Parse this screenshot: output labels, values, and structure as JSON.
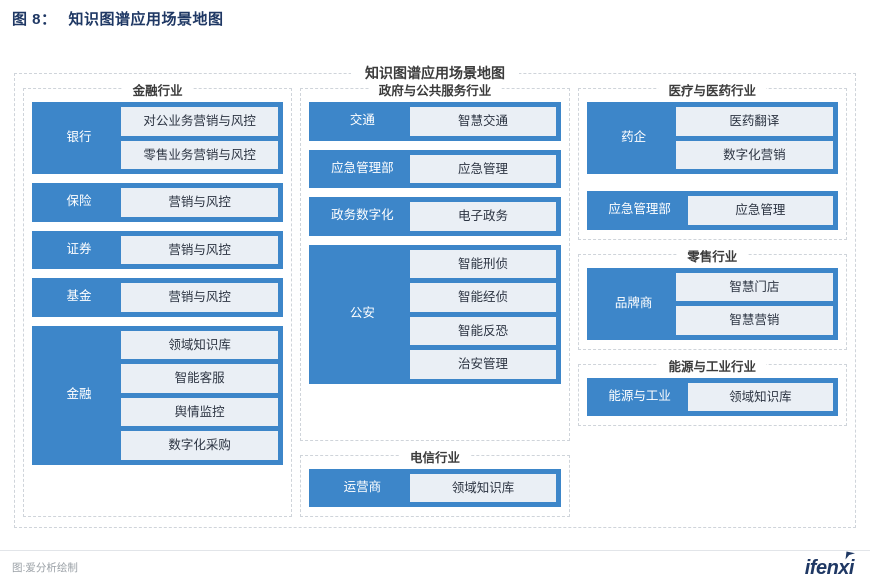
{
  "figure": {
    "number": "图 8：",
    "title": "知识图谱应用场景地图"
  },
  "map": {
    "title": "知识图谱应用场景地图"
  },
  "colors": {
    "group_blue": "#3d86c9",
    "item_bg": "#eaeff5",
    "panel_border": "#cfd4da",
    "heading": "#1f3864",
    "brand": "#1f3864"
  },
  "panels": [
    {
      "title": "金融行业",
      "groups": [
        {
          "label": "银行",
          "items": [
            "对公业务营销与风控",
            "零售业务营销与风控"
          ]
        },
        {
          "label": "保险",
          "items": [
            "营销与风控"
          ]
        },
        {
          "label": "证券",
          "items": [
            "营销与风控"
          ]
        },
        {
          "label": "基金",
          "items": [
            "营销与风控"
          ]
        },
        {
          "label": "金融",
          "items": [
            "领域知识库",
            "智能客服",
            "舆情监控",
            "数字化采购"
          ]
        }
      ]
    },
    {
      "title": "政府与公共服务行业",
      "groups": [
        {
          "label": "交通",
          "items": [
            "智慧交通"
          ]
        },
        {
          "label": "应急管理部",
          "items": [
            "应急管理"
          ]
        },
        {
          "label": "政务数字化",
          "items": [
            "电子政务"
          ]
        },
        {
          "label": "公安",
          "items": [
            "智能刑侦",
            "智能经侦",
            "智能反恐",
            "治安管理"
          ]
        }
      ]
    },
    {
      "title": "电信行业",
      "groups": [
        {
          "label": "运营商",
          "items": [
            "领域知识库"
          ]
        }
      ]
    },
    {
      "title": "医疗与医药行业",
      "groups": [
        {
          "label": "药企",
          "items": [
            "医药翻译",
            "数字化营销"
          ]
        },
        {
          "label": "应急管理部",
          "items": [
            "应急管理"
          ]
        }
      ]
    },
    {
      "title": "零售行业",
      "groups": [
        {
          "label": "品牌商",
          "items": [
            "智慧门店",
            "智慧营销"
          ]
        }
      ]
    },
    {
      "title": "能源与工业行业",
      "groups": [
        {
          "label": "能源与工业",
          "items": [
            "领域知识库"
          ]
        }
      ]
    }
  ],
  "footer": {
    "note": "图:爱分析绘制",
    "brand": "ifenxi"
  }
}
